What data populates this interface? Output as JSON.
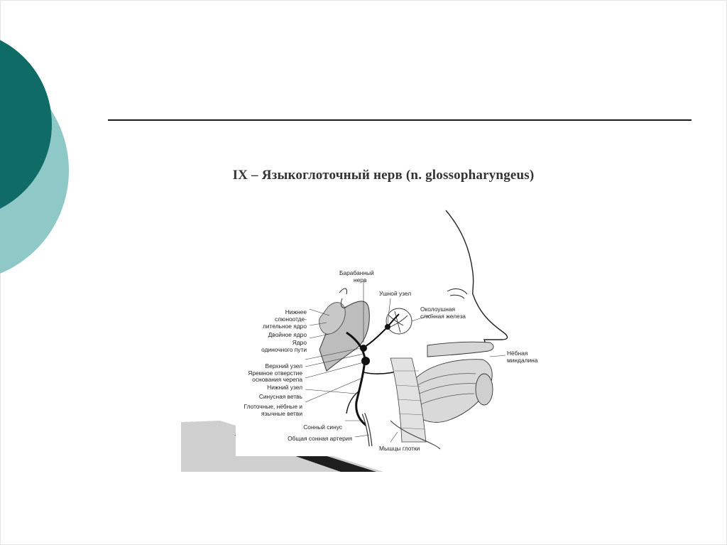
{
  "slide": {
    "title": "IX – Языкоглоточный нерв (n. glossopharyngeus)"
  },
  "theme": {
    "circle_dark": "#0e6b65",
    "circle_light": "#8fc9c7",
    "rule_color": "#1a1a1a"
  },
  "figure": {
    "labels_left": [
      "Нижнее",
      "слюноотде-",
      "лительное ядро",
      "Двойное ядро",
      "Ядро",
      "одиночного пути",
      "Верхний узел",
      "Яремное отверстие",
      "основания черепа",
      "Нижний узел",
      "Синусная ветвь",
      "Глоточные, нёбные и",
      "язычные ветви",
      "Сонный синус",
      "Общая сонная артерия"
    ],
    "labels_top": [
      "Барабанный",
      "нерв",
      "Ушной узел"
    ],
    "labels_right": [
      "Околоушная",
      "слюнная железа",
      "Нёбная",
      "миндалина"
    ],
    "labels_bottom": [
      "Мышцы глотки"
    ]
  }
}
